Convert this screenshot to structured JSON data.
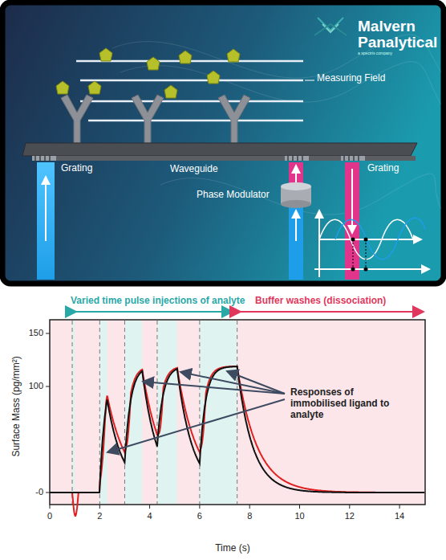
{
  "diagram": {
    "labels": [
      "Malvern Panalytical",
      "a spectris company",
      "Measuring Field",
      "Grating",
      "Waveguide",
      "Grating",
      "Phase Modulator",
      "Varied time pulse injections of analyte",
      "Buffer washes (dissociation)",
      "Responses of immobilised ligand to analyte",
      "Surface Mass (pg/mm²)",
      "150",
      "100",
      "-0",
      "0",
      "2",
      "4",
      "6",
      "8",
      "10",
      "12",
      "14",
      "Time (s)"
    ]
  }
}
